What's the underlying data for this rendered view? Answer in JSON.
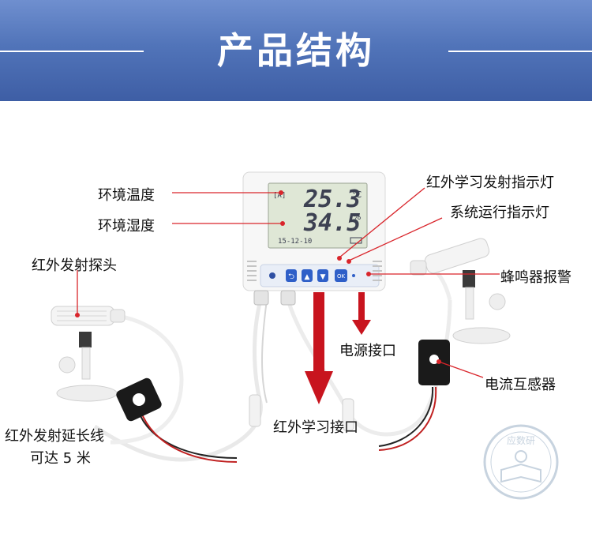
{
  "title": "产品结构",
  "labels": {
    "env_temp": "环境温度",
    "env_humidity": "环境湿度",
    "ir_probe": "红外发射探头",
    "ir_extension_line1": "红外发射延长线",
    "ir_extension_line2": "可达 5 米",
    "ir_learn_indicator": "红外学习发射指示灯",
    "system_indicator": "系统运行指示灯",
    "buzzer_alarm": "蜂鸣器报警",
    "power_port": "电源接口",
    "current_transformer": "电流互感器",
    "ir_learn_port": "红外学习接口"
  },
  "display": {
    "temperature": "25.3",
    "temp_unit": "℃",
    "humidity": "34.5",
    "humidity_unit": "%",
    "date": "15-12-10"
  },
  "buttons": [
    "⮌",
    "▲",
    "▼",
    "OK"
  ],
  "watermark": "应数研",
  "colors": {
    "banner": "#4a6bb0",
    "arrow": "#c8141e",
    "leader": "#d9252b",
    "lcd_bg": "#dfe7d6",
    "lcd_digits": "#3d4152"
  }
}
